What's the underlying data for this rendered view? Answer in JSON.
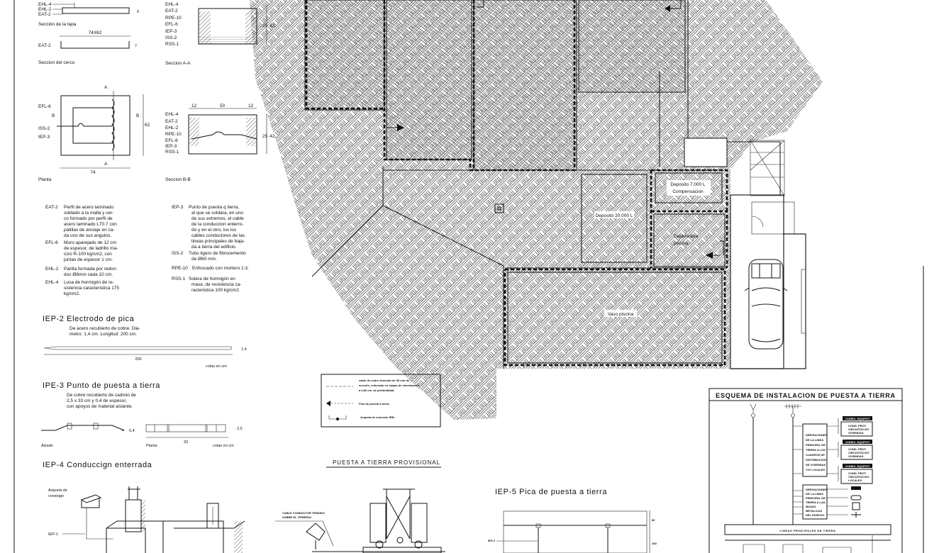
{
  "tapa": {
    "labels": [
      "EHL-4",
      "EHL-2",
      "EAT-2"
    ],
    "dim_height": "6",
    "caption": "Sección de la tapa"
  },
  "cerco": {
    "dim": "74X62",
    "label": "EAT-2",
    "dim_height": "7",
    "caption": "Seccion del cerco"
  },
  "seccion_aa": {
    "labels": [
      "EHL-4",
      "EAT-2",
      "RPE-10",
      "EFL-6",
      "IEP-3",
      "ISS-2",
      "RSS-1"
    ],
    "dims": [
      "25",
      "42"
    ],
    "caption": "Seccion A-A"
  },
  "planta": {
    "labels": [
      "EFL-6",
      "ISS-2",
      "IEP-3"
    ],
    "cut_a": "A",
    "cut_b": "B",
    "dim_width": "74",
    "dim_height": "62",
    "caption": "Planta"
  },
  "seccion_bb": {
    "labels": [
      "EHL-4",
      "EAT-2",
      "EHL-2",
      "RPE-10",
      "EFL-6",
      "IEP-3",
      "RSS-1"
    ],
    "dims_top": [
      "12",
      "50",
      "12"
    ],
    "dims": [
      "25",
      "42"
    ],
    "caption": "Seccion B-B"
  },
  "notes_left": [
    {
      "code": "EAT-2",
      "lines": [
        "Perfil de acero laminado",
        "soldado a la malla y cer-",
        "co formado por perfil de",
        "acero laminado L70.7 con",
        "patillas de anclaje en ca-",
        "da uno de sus angulos."
      ]
    },
    {
      "code": "EFL-6",
      "lines": [
        "Muro aparejado de 12 cm",
        "de espesor, de ladrillo ma-",
        "cizo R-100 kg/cm2, con",
        "juntas de espesor 1 cm."
      ]
    },
    {
      "code": "EHL-2",
      "lines": [
        "Parilla formada por redon-",
        "dos Ø8mm cada 10 cm."
      ]
    },
    {
      "code": "EHL-4",
      "lines": [
        "Losa de hormigón de re-",
        "sistencia caracteristica 175",
        "kg/cm2."
      ]
    }
  ],
  "notes_right": [
    {
      "code": "IEP-3",
      "lines": [
        "Punto de puesta q tierra,",
        "al que se soldara, en uno",
        "de sus extremos, el cable",
        "de la conduccion enterro-",
        "do y en el otro, los los",
        "cables conductores de las",
        "lineas principales de baja-",
        "da a tierra del edificio."
      ]
    },
    {
      "code": "ISS-2",
      "lines": [
        "Tubo ligero de fibrocemento",
        "de Ø60 mm."
      ]
    },
    {
      "code": "RPE-10",
      "lines": [
        "Enfoscado con mortero 1:3."
      ]
    },
    {
      "code": "RSS-1",
      "lines": [
        "Solera de hormigón en",
        "masa ,de resistencia ca-",
        "racteristica 100 kg/cm2."
      ]
    }
  ],
  "iep2": {
    "title": "IEP-2 Electrodo de pica",
    "desc": [
      "De acero recubierto de cobre. Dia-",
      "metro: 1,4 cm. Longitud: 200 cm."
    ],
    "dim_length": "200",
    "dim_diameter": "1,4",
    "units": "cotas en cm"
  },
  "ipe3": {
    "title": "IPE-3 Punto de puesta a tierra",
    "desc": [
      "De cobre recubierto de cadmio de",
      "2,5 x 33 cm y 0,4 de espesor,",
      "con apoyos de material aislante."
    ],
    "dim_thickness": "0,4",
    "dim_width": "2,5",
    "dim_length": "33",
    "alzado": "Alzado",
    "planta": "Planta",
    "units": "cotas en cm"
  },
  "iep4": {
    "title": "IEP-4 Conduccign enterrada",
    "arqueta": [
      "Arqueta de",
      "conexign"
    ],
    "iep1": "IEP-1"
  },
  "provisional": {
    "title": "PUESTA A TIERRA PROVISIONAL",
    "cable_label": [
      "CABLE CONDUCTOR TENDIDO",
      "SOBRE EL TERRENO"
    ]
  },
  "iep5": {
    "title": "IEP-5 Pica de puesta a tierra",
    "label": "IEP-2",
    "dims": [
      "80",
      "200"
    ]
  },
  "plan": {
    "rooms": {
      "deposito_20000": "Deposito 20.000 L",
      "deposito_7000": [
        "Deposito 7.000 L",
        "Compensacion"
      ],
      "depuradora": [
        "Depuradora",
        "piscina"
      ],
      "vaso": "Vaso piscina"
    }
  },
  "legend": {
    "items": [
      {
        "symbol": "dashed-line",
        "lines": [
          "cable de cobre desnudo de 35 mm de",
          "sección, enterrado en zanjas de cimentación",
          "a 0,80 cm. de profundidad."
        ]
      },
      {
        "symbol": "arrow-dashed",
        "lines": [
          "Pica de puesta a tierra."
        ]
      },
      {
        "symbol": "connection-box",
        "lines": [
          "Arqueta de conexion IEB-."
        ]
      }
    ]
  },
  "schema": {
    "title": "ESQUEMA DE INSTALACION DE PUESTA A TIERRA",
    "deriv1": [
      "DERIVACIONES",
      "DE LA LINEA",
      "PRINCIPAL DE",
      "TIERRA A LOS",
      "CUADROS DE",
      "DISTRIBUCION",
      "DE VIVIENDAS",
      "Y/O LOCALES"
    ],
    "deriv2": [
      "DERIVACIONES",
      "DE LA LINEA",
      "PRINCIPAL DE",
      "TIERRA A LAS",
      "MASAS",
      "METALICAS",
      "DEL EDIFICIO"
    ],
    "conex": "CONEX. EQUIPOT",
    "boxes": [
      [
        "COND. PROT.",
        "CIRCUITOS INT.",
        "VIVIENDAS"
      ],
      [
        "COND. PROT.",
        "CIRCUITOS INT.",
        "VIVIENDAS"
      ],
      [
        "COND. PROT.",
        "CIRCUITOS INT.",
        "LOCALES"
      ]
    ],
    "main_line": "LINEAS PRINCIPALES DE TIERRA"
  }
}
